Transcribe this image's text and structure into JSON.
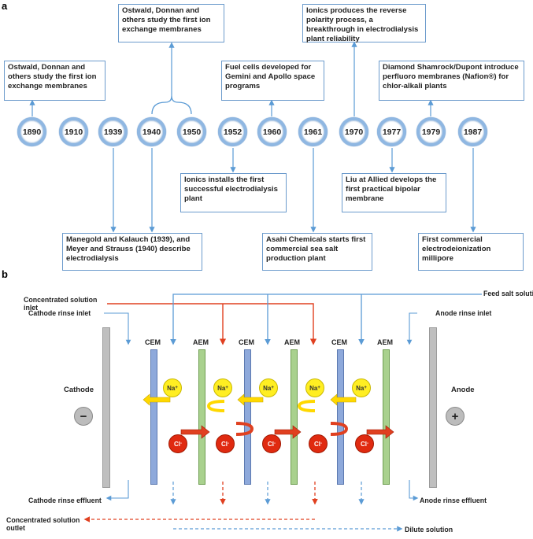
{
  "panel_a": {
    "label": "a",
    "years": [
      "1890",
      "1910",
      "1939",
      "1940",
      "1950",
      "1952",
      "1960",
      "1961",
      "1970",
      "1977",
      "1979",
      "1987"
    ],
    "events_above": {
      "e1890": "Ostwald, Donnan and others study the first ion exchange membranes",
      "e1940_1950": "Ostwald, Donnan and others study the first ion exchange membranes",
      "e1960": "Fuel cells developed for Gemini and Apollo space programs",
      "e1970": "Ionics produces the reverse polarity process, a breakthrough in electrodialysis plant reliability",
      "e1979": "Diamond Shamrock/Dupont introduce perfluoro membranes (Nafion®) for chlor-alkali plants"
    },
    "events_below": {
      "e1952": "Ionics installs the first successful electrodialysis plant",
      "e1977": "Liu at Allied develops the first practical bipolar membrane",
      "e1939_1940": "Manegold and Kalauch (1939), and Meyer and Strauss (1940) describe electrodialysis",
      "e1961": "Asahi Chemicals starts first commercial sea salt production plant",
      "e1987": "First commercial electrodeionization millipore"
    }
  },
  "panel_b": {
    "label": "b",
    "concentrated_inlet": "Concentrated solution inlet",
    "feed_salt": "Feed salt solution",
    "cathode_rinse_inlet": "Cathode rinse inlet",
    "anode_rinse_inlet": "Anode rinse inlet",
    "cathode": "Cathode",
    "anode": "Anode",
    "cathode_sign": "−",
    "anode_sign": "+",
    "cathode_rinse_effluent": "Cathode rinse effluent",
    "anode_rinse_effluent": "Anode rinse effluent",
    "concentrated_outlet": "Concentrated solution outlet",
    "dilute_solution": "Dilute solution",
    "membranes": [
      "CEM",
      "AEM",
      "CEM",
      "AEM",
      "CEM",
      "AEM"
    ],
    "na_ion": "Na",
    "na_charge": "+",
    "cl_ion": "Cl",
    "cl_charge": "-"
  },
  "colors": {
    "blue_arrow": "#5b9bd5",
    "red_arrow": "#e04020",
    "cem": "#8ea9db",
    "aem": "#a9d18e",
    "electrode": "#bfbfbf",
    "na": "#ffee22",
    "cl": "#e02a10"
  }
}
